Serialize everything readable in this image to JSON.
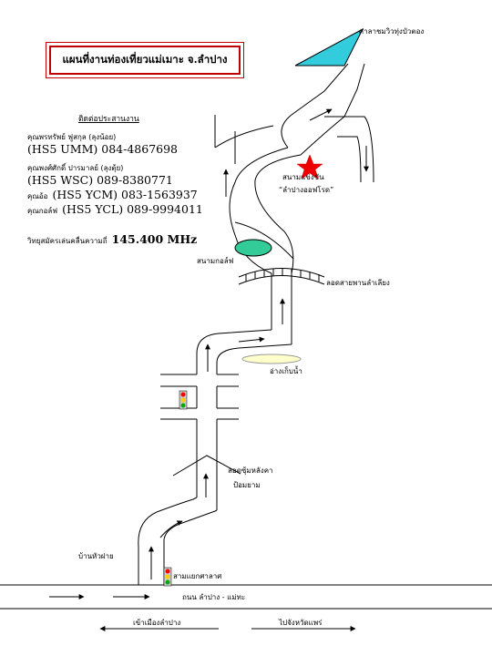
{
  "title": "แผนที่งานท่องเที่ยวแม่เมาะ จ.ลำปาง",
  "contact": {
    "heading": "ติดต่อประสานงาน",
    "people": [
      {
        "name": "คุณพรทรัพย์ ฟูสกุล (ลุงน้อย)",
        "callsign": "(HS5 UMM) 084-4867698",
        "inline": false
      },
      {
        "name": "คุณพงศ์ศักดิ์ ปารมาลย์ (ลุงตุ้ย)",
        "callsign": "(HS5 WSC) 089-8380771",
        "inline": false
      },
      {
        "name": "คุณอ้อ",
        "callsign": "(HS5 YCM) 083-1563937",
        "inline": true
      },
      {
        "name": "คุณกอล์ฟ",
        "callsign": "(HS5 YCL) 089-9994011",
        "inline": true
      }
    ],
    "radio_label": "วิทยุสมัครเล่นคลื่นความถี่",
    "radio_freq": "145.400 MHz"
  },
  "places": {
    "viewpoint": "ศาลาชมวิวทุ่งบัวตอง",
    "venue_line1": "สนามแข่งขัน",
    "venue_line2": "“ลำปางออฟโรด”",
    "golf_course": "สนามกอล์ฟ",
    "arch_1": "ลอดสายพานลำเลียง",
    "reservoir": "อ่างเก็บน้ำ",
    "arch_2_line1": "ลอดซุ้มหลังคา",
    "arch_2_line2": "ป้อมยาม",
    "ban_hua_fai": "บ้านหัวฝาย",
    "junction": "สามแยกศาลาศ",
    "main_road": "ถนน ลำปาง - แม่ทะ",
    "to_lampang": "เข้าเมืองลำปาง",
    "to_phrae": "ไปจังหวัดแพร่"
  },
  "colors": {
    "title_border": "#c00000",
    "viewpoint_fill": "#33ccdd",
    "star": "#ee0000",
    "golf_fill": "#33cc99",
    "reservoir_fill": "#ffffcc",
    "traffic_red": "#ff0000",
    "traffic_yellow": "#ffcc00",
    "traffic_green": "#00aa00"
  }
}
